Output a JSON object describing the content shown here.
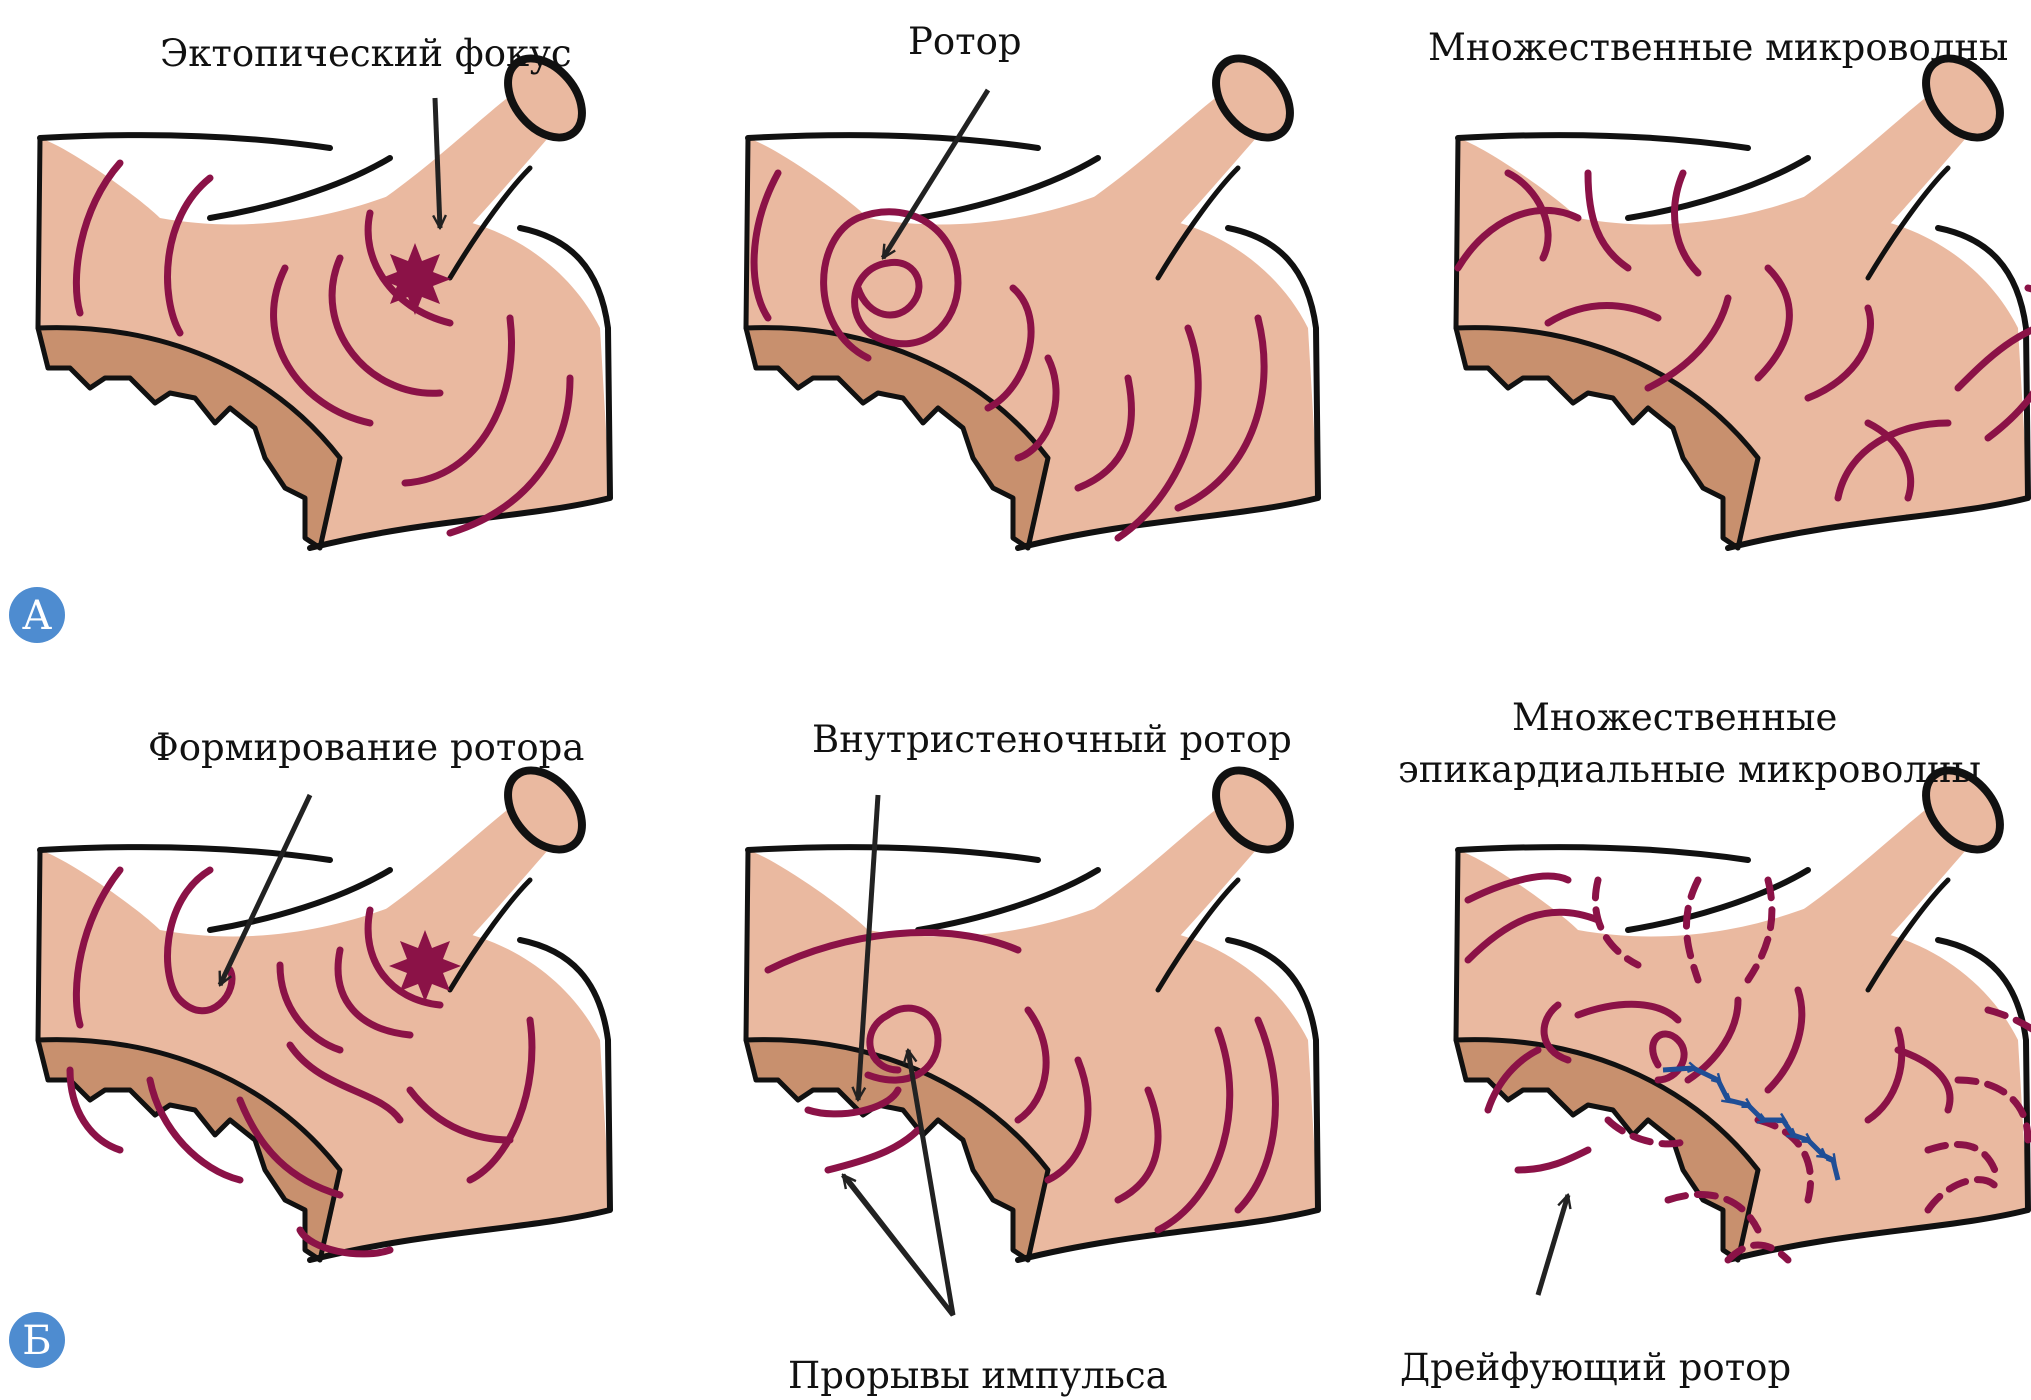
{
  "colors": {
    "tissue_light": "#EAB9A0",
    "tissue_dark": "#C8906E",
    "outline": "#111111",
    "wave": "#8B1247",
    "drift_path": "#1F4E96",
    "badge": "#4E8CD0"
  },
  "row_a": {
    "badge": "А",
    "panels": [
      {
        "label": "Эктопический фокус",
        "variant": "ectopic-focus"
      },
      {
        "label": "Ротор",
        "variant": "rotor"
      },
      {
        "label": "Множественные микроволны",
        "variant": "multiple-wavelets"
      }
    ]
  },
  "row_b": {
    "badge": "Б",
    "panels": [
      {
        "label": "Формирование ротора",
        "variant": "rotor-formation"
      },
      {
        "label": "Внутристеночный ротор",
        "label_bottom": "Прорывы импульса",
        "variant": "intramural-rotor"
      },
      {
        "label_line1": "Множественные",
        "label_line2": "эпикардиальные микроволны",
        "label_bottom": "Дрейфующий ротор",
        "variant": "epicardial-wavelets"
      }
    ]
  }
}
